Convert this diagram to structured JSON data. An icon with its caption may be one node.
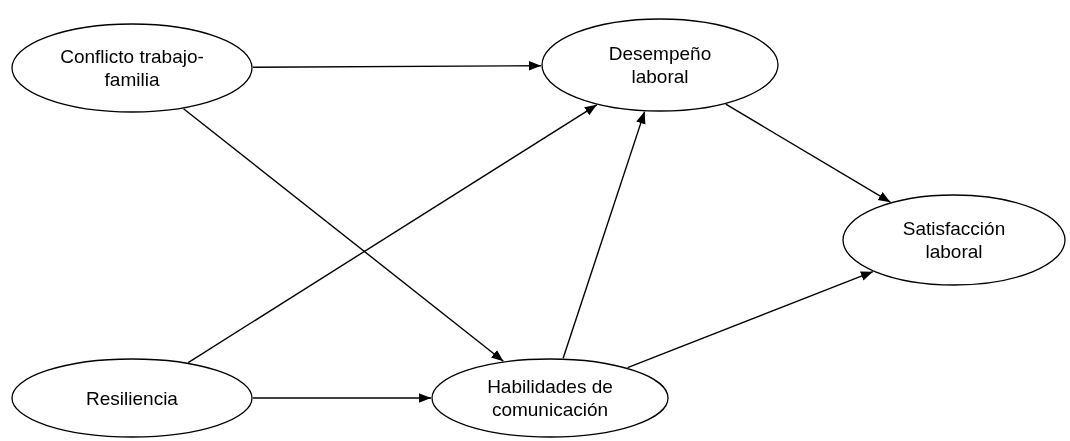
{
  "diagram": {
    "nodes": [
      {
        "text": [
          "Conflicto trabajo-familia"
        ]
      },
      {
        "text": [
          "Desempeño laboral"
        ]
      },
      {
        "text": [
          "Satisfacción laboral"
        ]
      },
      {
        "text": [
          "Resiliencia"
        ]
      },
      {
        "text": [
          "Habilidades de comunicación"
        ]
      }
    ],
    "edges": [
      {
        "from": 0,
        "to": 1,
        "arrow": "to"
      },
      {
        "from": 0,
        "to": 4,
        "arrow": "to"
      },
      {
        "from": 3,
        "to": 1,
        "arrow": "to"
      },
      {
        "from": 3,
        "to": 4,
        "arrow": "to"
      },
      {
        "from": 4,
        "to": 1,
        "arrow": "to"
      },
      {
        "from": 1,
        "to": 2,
        "arrow": "to"
      },
      {
        "from": 4,
        "to": 2,
        "arrow": "to"
      }
    ]
  }
}
